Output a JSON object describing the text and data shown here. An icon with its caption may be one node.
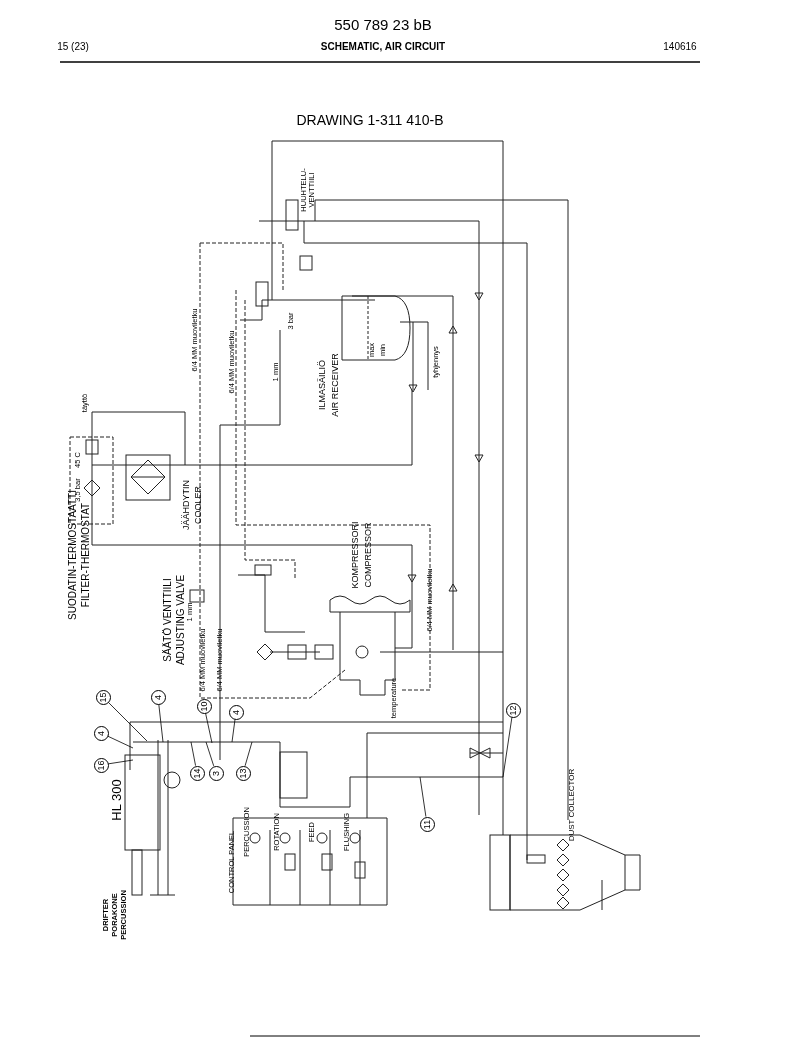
{
  "diagram": {
    "nodes": [
      {
        "text": [
          "15"
        ]
      },
      {
        "text": [
          "4"
        ]
      },
      {
        "text": [
          "4"
        ]
      },
      {
        "text": [
          "16"
        ]
      },
      {
        "text": [
          "10"
        ]
      },
      {
        "text": [
          "4"
        ]
      },
      {
        "text": [
          "14"
        ]
      },
      {
        "text": [
          "3"
        ]
      },
      {
        "text": [
          "13"
        ]
      },
      {
        "text": [
          "12"
        ]
      },
      {
        "text": [
          "11"
        ]
      }
    ],
    "edges": [
      {
        "from": 0,
        "to": null,
        "arrow": "none"
      },
      {
        "from": 1,
        "to": null,
        "arrow": "none"
      },
      {
        "from": 2,
        "to": null,
        "arrow": "none"
      },
      {
        "from": 3,
        "to": null,
        "arrow": "none"
      },
      {
        "from": 4,
        "to": null,
        "arrow": "none"
      },
      {
        "from": 5,
        "to": null,
        "arrow": "none"
      },
      {
        "from": 6,
        "to": null,
        "arrow": "none"
      },
      {
        "from": 7,
        "to": null,
        "arrow": "none"
      },
      {
        "from": 8,
        "to": null,
        "arrow": "none"
      },
      {
        "from": 9,
        "to": null,
        "arrow": "none"
      },
      {
        "from": 10,
        "to": null,
        "arrow": "none"
      }
    ],
    "labels": [
      "550 789 23 bB",
      "15 (23)",
      "SCHEMATIC, AIR CIRCUIT",
      "140616",
      "DRAWING 1-311 410-B",
      "HUUHTELU- VENTTIILI",
      "6/4 MM muoviletku",
      "6/4 MM muoviletku",
      "1 mm",
      "3 bar",
      "max",
      "min",
      "tyhjennys",
      "ILMASÄILIÖ",
      "AIR RECEIVER",
      "täyttö",
      "45 C",
      "3,5 bar",
      "JÄÄHDYTIN",
      "COOLER",
      "SUODATIN-TERMOSTAATTI",
      "FILTER-THERMOSTAT",
      "SÄÄTÖ VENTTIILI",
      "ADJUSTING VALVE",
      "1 mm",
      "6/4 MM muoviletku",
      "6/4 MM muoviletku",
      "KOMPRESSORI",
      "COMPRESSOR",
      "6/4 MM muoviletku",
      "temperature",
      "HL 300",
      "DRIFTER",
      "PORAKONE",
      "PERCUSSION",
      "CONTROL PANEL",
      "PERCUSSION",
      "ROTATION",
      "FEED",
      "FLUSHING",
      "DUST COLLECTOR"
    ]
  }
}
